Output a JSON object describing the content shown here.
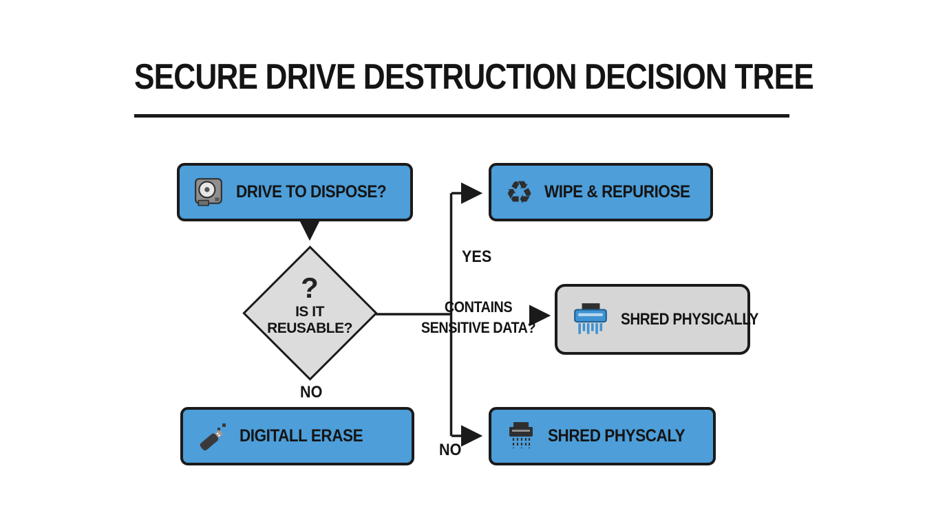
{
  "title": "SECURE DRIVE DESTRUCTION DECISION TREE",
  "colors": {
    "node_blue": "#4D9ED9",
    "node_gray": "#D6D6D6",
    "diamond_gray": "#DCDCDC",
    "border": "#1A1A1A",
    "background": "#FFFFFF",
    "text": "#141414",
    "shredder_icon_blue": "#3F93D2"
  },
  "nodes": {
    "dispose": {
      "label": "DRIVE TO DISPOSE?",
      "icon": "hard-drive-icon"
    },
    "reusable": {
      "mark": "?",
      "label": "IS IT REUSABLE?"
    },
    "wipe": {
      "label": "WIPE & REPURIOSE",
      "icon": "recycle-icon"
    },
    "shred_mid": {
      "label": "SHRED PHYSICALLY",
      "icon": "shredder-icon"
    },
    "erase": {
      "label": "DIGITALL ERASE",
      "icon": "usb-drive-icon"
    },
    "shred_bot": {
      "label": "SHRED PHYSCALY",
      "icon": "printer-shredder-icon"
    }
  },
  "edges": {
    "yes": "YES",
    "no_diamond": "NO",
    "no_bottom": "NO",
    "contains_line1": "CONTAINS",
    "contains_line2": "SENSITIVE DATA?"
  }
}
